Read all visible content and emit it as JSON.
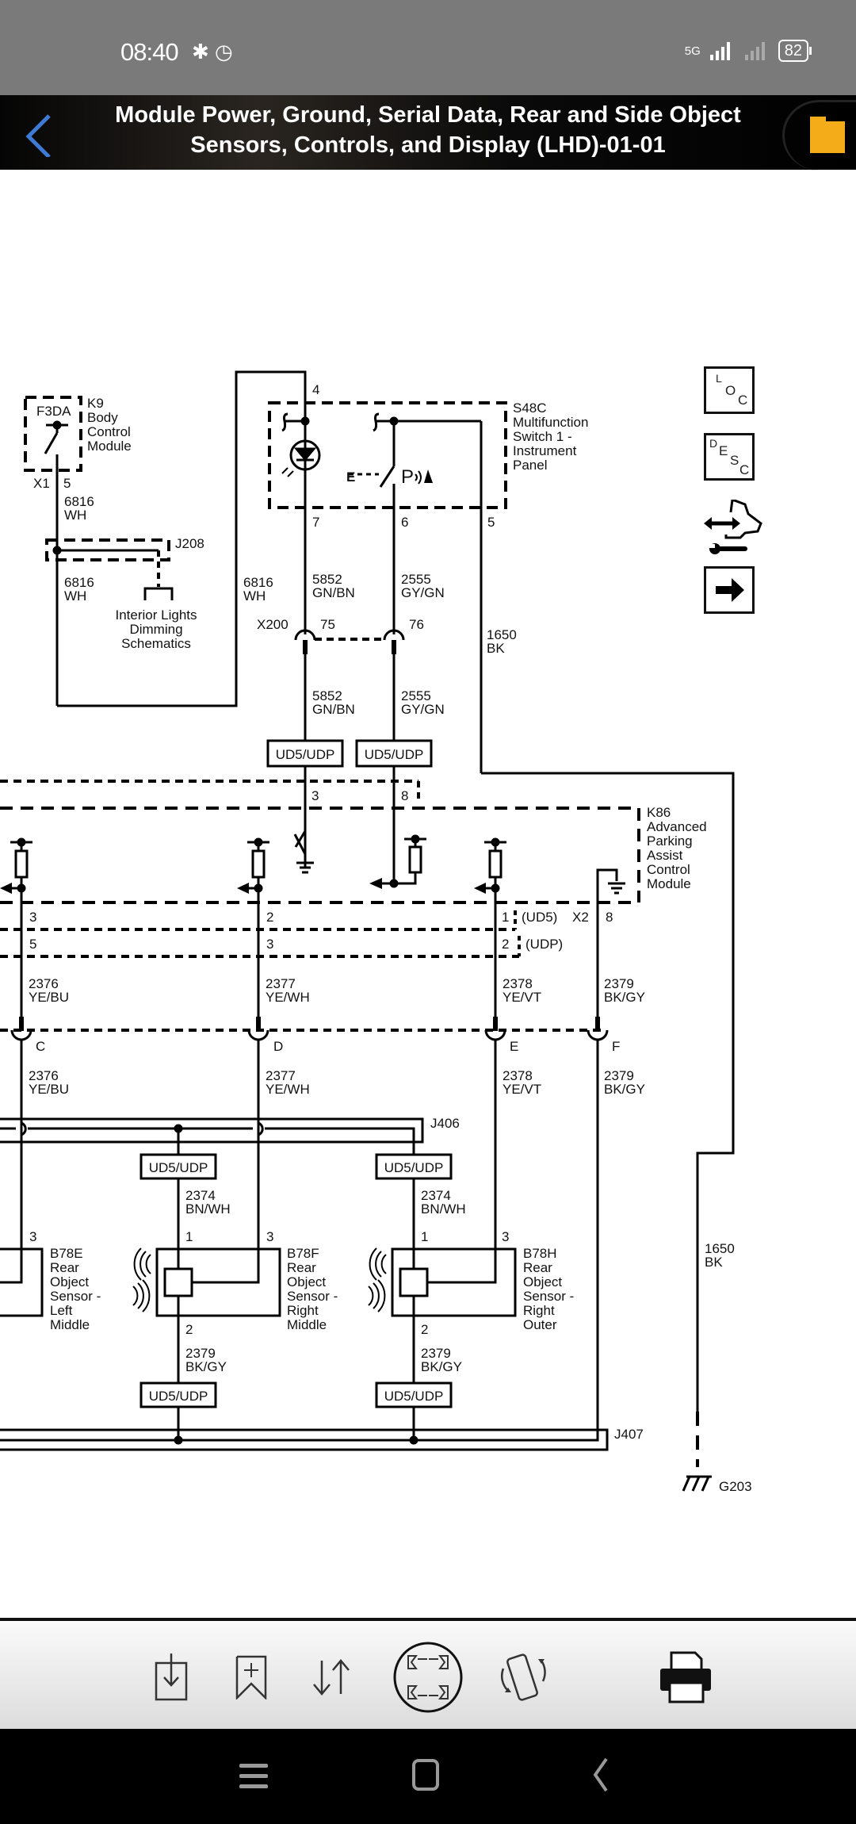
{
  "status_bar": {
    "time": "08:40",
    "network": "5G",
    "battery": "82",
    "icons": [
      "bluetooth-icon",
      "alarm-icon",
      "signal-icon",
      "signal-icon-2",
      "battery-icon"
    ]
  },
  "header": {
    "title_line1": "Module Power, Ground, Serial Data, Rear and Side Object",
    "title_line2": "Sensors, Controls, and Display (LHD)-01-01",
    "back_icon": "chevron-left-icon",
    "folder_icon": "folder-icon",
    "accent_color": "#f4ad19",
    "back_color": "#3d7bd6"
  },
  "side_tools": {
    "loc": [
      "L",
      "O",
      "C"
    ],
    "desc": [
      "D",
      "E",
      "S",
      "C"
    ],
    "tool3": "diagnostic-wrench-icon",
    "tool4": "next-arrow-icon"
  },
  "diagram": {
    "k9": {
      "fuse": "F3DA",
      "name_lines": [
        "K9",
        "Body",
        "Control",
        "Module"
      ],
      "connector": "X1",
      "pin": "5"
    },
    "wire_6816_a": [
      "6816",
      "WH"
    ],
    "wire_6816_b": [
      "6816",
      "WH"
    ],
    "wire_6816_c": [
      "6816",
      "WH"
    ],
    "j208": "J208",
    "interior_lights": [
      "Interior Lights",
      "Dimming",
      "Schematics"
    ],
    "s48c": {
      "name_lines": [
        "S48C",
        "Multifunction",
        "Switch 1 -",
        "Instrument",
        "Panel"
      ],
      "pin_top": "4",
      "pin_7": "7",
      "pin_6": "6",
      "pin_5": "5",
      "e_label": "E",
      "p_label": "P"
    },
    "wire_5852_a": [
      "5852",
      "GN/BN"
    ],
    "wire_2555_a": [
      "2555",
      "GY/GN"
    ],
    "x200": {
      "name": "X200",
      "pin_a": "75",
      "pin_b": "76"
    },
    "wire_1650_a": [
      "1650",
      "BK"
    ],
    "wire_5852_b": [
      "5852",
      "GN/BN"
    ],
    "wire_2555_b": [
      "2555",
      "GY/GN"
    ],
    "ud5udp": "UD5/UDP",
    "k86": {
      "pin_3": "3",
      "pin_8": "8",
      "name_lines": [
        "K86",
        "Advanced",
        "Parking",
        "Assist",
        "Control",
        "Module"
      ]
    },
    "k86_pins_lower": {
      "c1_top": "3",
      "c1_bot": "5",
      "c2_top": "2",
      "c2_bot": "3",
      "c3_top": "1",
      "c3_bot": "2",
      "ud5": "(UD5)",
      "udp": "(UDP)",
      "x2": "X2",
      "x2_pin": "8"
    },
    "wires_upper": [
      [
        "2376",
        "YE/BU"
      ],
      [
        "2377",
        "YE/WH"
      ],
      [
        "2378",
        "YE/VT"
      ],
      [
        "2379",
        "BK/GY"
      ]
    ],
    "inline_pins": [
      "C",
      "D",
      "E",
      "F"
    ],
    "wires_lower": [
      [
        "2376",
        "YE/BU"
      ],
      [
        "2377",
        "YE/WH"
      ],
      [
        "2378",
        "YE/VT"
      ],
      [
        "2379",
        "BK/GY"
      ]
    ],
    "j406": "J406",
    "j407": "J407",
    "wire_2374": [
      "2374",
      "BN/WH"
    ],
    "wire_2379_s": [
      "2379",
      "BK/GY"
    ],
    "b78e": {
      "pin": "3",
      "name_lines": [
        "B78E",
        "Rear",
        "Object",
        "Sensor -",
        "Left",
        "Middle"
      ]
    },
    "b78f": {
      "pin1": "1",
      "pin3": "3",
      "pin2": "2",
      "name_lines": [
        "B78F",
        "Rear",
        "Object",
        "Sensor -",
        "Right",
        "Middle"
      ]
    },
    "b78h": {
      "pin1": "1",
      "pin3": "3",
      "pin2": "2",
      "name_lines": [
        "B78H",
        "Rear",
        "Object",
        "Sensor -",
        "Right",
        "Outer"
      ]
    },
    "wire_1650_b": [
      "1650",
      "BK"
    ],
    "g203": "G203"
  },
  "bottom_toolbar": {
    "buttons": [
      "download-icon",
      "bookmark-add-icon",
      "sort-icon",
      "fit-screen-icon",
      "rotate-icon",
      "print-icon"
    ]
  },
  "nav_bar": {
    "buttons": [
      "recents-icon",
      "home-icon",
      "back-icon"
    ]
  }
}
